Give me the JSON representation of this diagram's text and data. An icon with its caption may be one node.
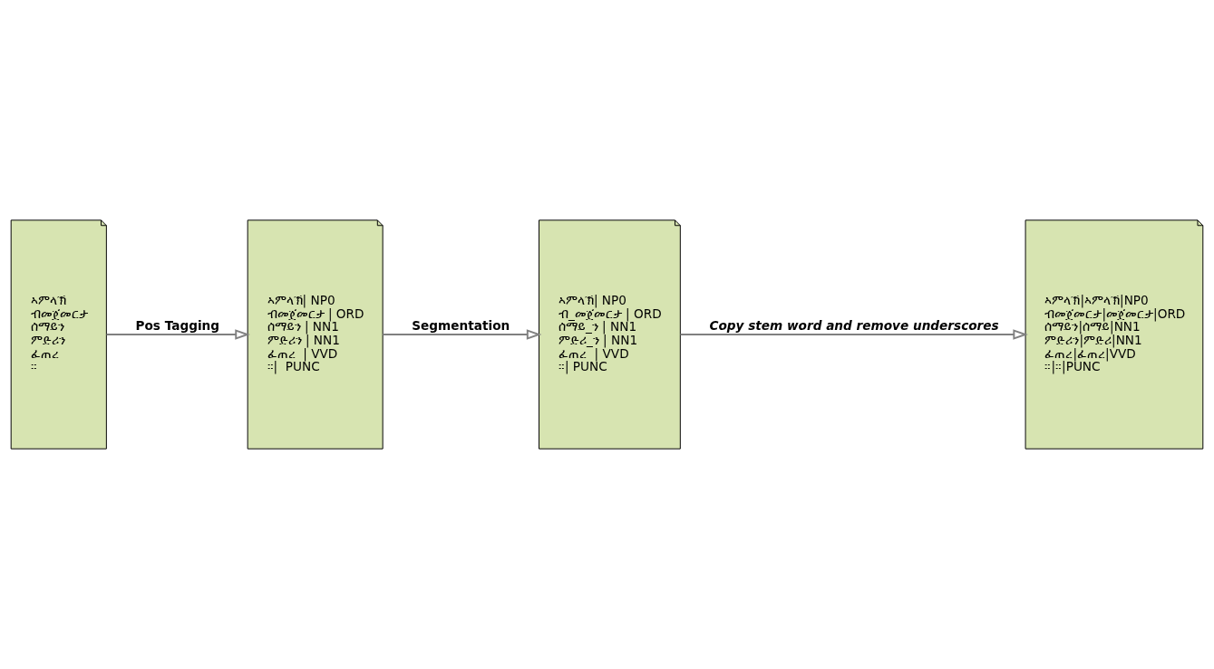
{
  "diagram": {
    "nodes": [
      {
        "text": [
          "ኣምላኽ",
          "ብመጀመርታ",
          "ሰማይን",
          "ምድሪን",
          "ፈጠረ",
          "።"
        ]
      },
      {
        "text": [
          "ኣምላኽ| NP0",
          "ብመጀመርታ | ORD",
          "ሰማይን | NN1",
          "ምድሪን | NN1",
          "ፈጠረ  | VVD",
          "።|  PUNC"
        ]
      },
      {
        "text": [
          "ኣምላኽ| NP0",
          "ብ_መጀመርታ | ORD",
          "ሰማይ_ን | NN1",
          "ምድሪ_ን | NN1",
          "ፈጠረ  | VVD",
          "።| PUNC"
        ]
      },
      {
        "text": [
          "ኣምላኽ|ኣምላኽ|NP0",
          "ብመጀመርታ|መጀመርታ|ORD",
          "ሰማይን|ሰማይ|NN1",
          "ምድሪን|ምድሪ|NN1",
          "ፈጠረ|ፈጠረ|VVD",
          "።|።|PUNC"
        ]
      }
    ],
    "edges": [
      {
        "from": 0,
        "to": 1,
        "arrow": "to",
        "label": "Pos Tagging"
      },
      {
        "from": 1,
        "to": 2,
        "arrow": "to",
        "label": "Segmentation"
      },
      {
        "from": 2,
        "to": 3,
        "arrow": "to",
        "label": "Copy stem word and remove underscores"
      }
    ]
  }
}
